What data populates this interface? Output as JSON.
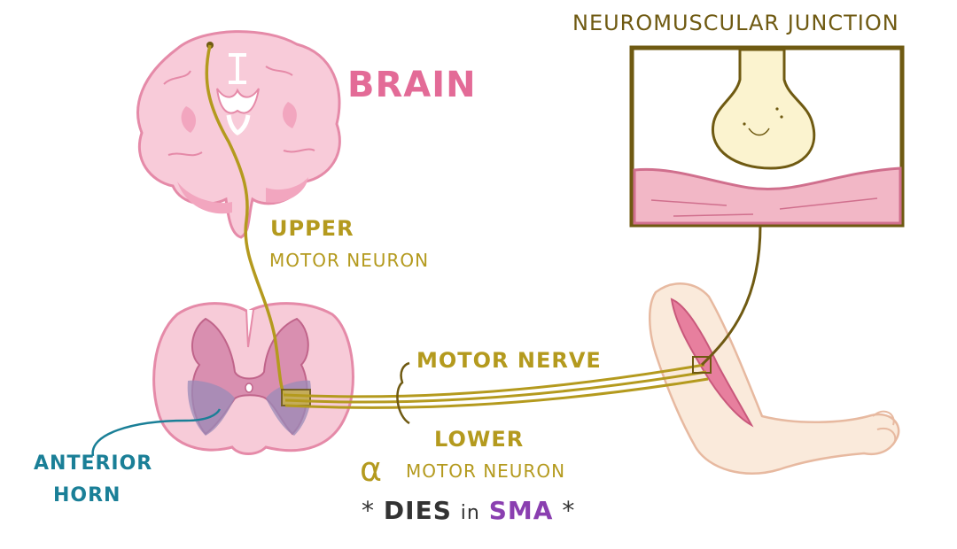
{
  "labels": {
    "brain": "BRAIN",
    "upper_line1": "UPPER",
    "upper_line2": "MOTOR NEURON",
    "nmj": "NEUROMUSCULAR JUNCTION",
    "motor_nerve": "MOTOR NERVE",
    "lower_line1": "LOWER",
    "lower_alpha": "α",
    "lower_line2": "MOTOR NEURON",
    "anterior_line1": "ANTERIOR",
    "anterior_line2": "HORN",
    "dies_star_left": "*",
    "dies_text": "DIES",
    "dies_in": "in",
    "dies_sma": "SMA",
    "dies_star_right": "*"
  },
  "colors": {
    "neuron": "#b49a1e",
    "brain_pink": "#e36b97",
    "anterior_teal": "#1a7f97",
    "sma_purple": "#8a3fb0",
    "brain_fill": "#f7c8d6",
    "muscle_pink": "#e891a8",
    "skin": "#f9e5d3"
  }
}
